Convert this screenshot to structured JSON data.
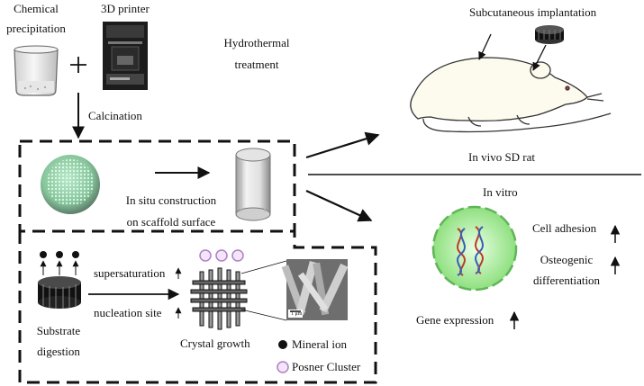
{
  "top": {
    "chemical": "Chemical",
    "precipitation": "precipitation",
    "printer": "3D printer",
    "hydro1": "Hydrothermal",
    "hydro2": "treatment",
    "calcination": "Calcination"
  },
  "in_vivo": {
    "implantation": "Subcutaneous implantation",
    "title": "In vivo SD rat"
  },
  "in_situ": {
    "line1": "In situ construction",
    "line2": "on scaffold surface"
  },
  "lower": {
    "supersaturation": "supersaturation",
    "nucleation": "nucleation site",
    "substrate": "Substrate",
    "digestion": "digestion",
    "crystal_growth": "Crystal growth",
    "scale": "1 μm"
  },
  "legend": {
    "mineral_ion": "Mineral ion",
    "posner_cluster": "Posner Cluster"
  },
  "in_vitro": {
    "title": "In vitro",
    "cell_adhesion": "Cell adhesion",
    "osteo1": "Osteogenic",
    "osteo2": "differentiation",
    "gene_expression": "Gene expression"
  },
  "colors": {
    "cell_fill": "#9be58d",
    "cell_border": "#5fb558",
    "scaffold": "#8fc8a4",
    "dna_red": "#c0392b",
    "dna_blue": "#3a5fb5",
    "posner": "#b07fc4"
  }
}
